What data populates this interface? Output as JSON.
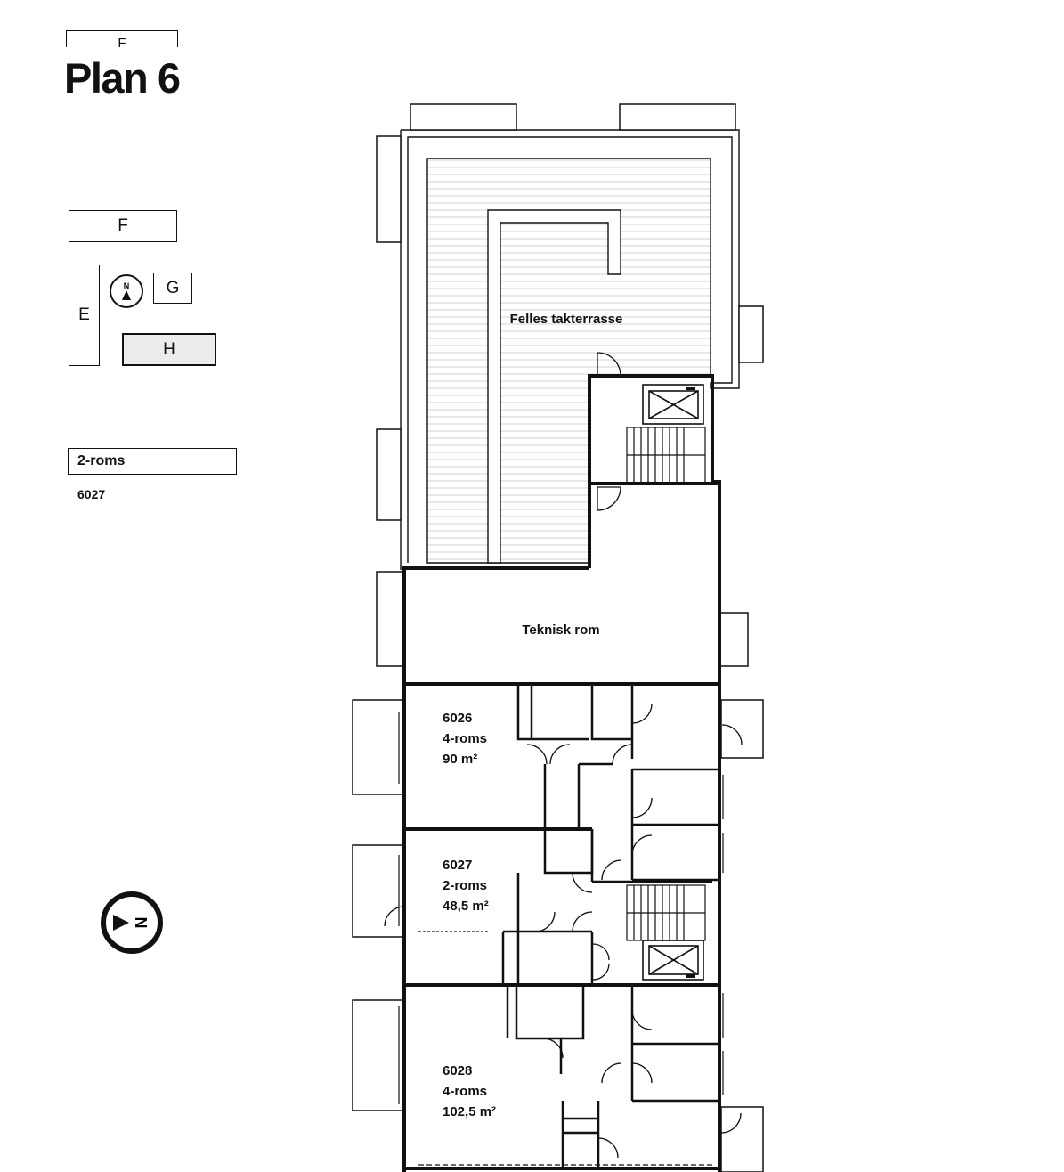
{
  "header": {
    "bracket_label": "F",
    "title": "Plan 6"
  },
  "key_map": {
    "blocks": [
      {
        "id": "F",
        "label": "F",
        "selected": false
      },
      {
        "id": "G",
        "label": "G",
        "selected": false
      },
      {
        "id": "E",
        "label": "E",
        "selected": false
      },
      {
        "id": "H",
        "label": "H",
        "selected": true
      }
    ],
    "north_label": "N"
  },
  "selection": {
    "type_label": "2-roms",
    "unit_id": "6027"
  },
  "plan": {
    "rooms": {
      "terrace": "Felles takterrasse",
      "technical": "Teknisk rom"
    },
    "units": [
      {
        "id": "6026",
        "type": "4-roms",
        "area": "90 m²"
      },
      {
        "id": "6027",
        "type": "2-roms",
        "area": "48,5 m²"
      },
      {
        "id": "6028",
        "type": "4-roms",
        "area": "102,5 m²"
      }
    ]
  },
  "compass": {
    "label": "N"
  },
  "colors": {
    "line": "#111111",
    "background": "#ffffff",
    "selected_fill": "#ececec"
  }
}
